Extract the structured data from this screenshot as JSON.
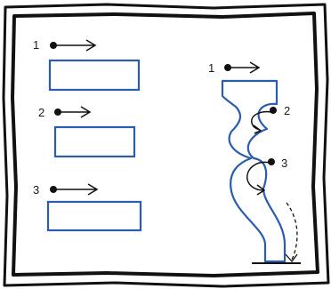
{
  "left_panel": {
    "steps": [
      {
        "number": "1"
      },
      {
        "number": "2"
      },
      {
        "number": "3"
      }
    ]
  },
  "right_panel": {
    "steps": [
      {
        "number": "1"
      },
      {
        "number": "2"
      },
      {
        "number": "3"
      }
    ]
  },
  "colors": {
    "shape_stroke": "#2b5cb0",
    "frame": "#111111",
    "ink": "#1a1a1a"
  }
}
